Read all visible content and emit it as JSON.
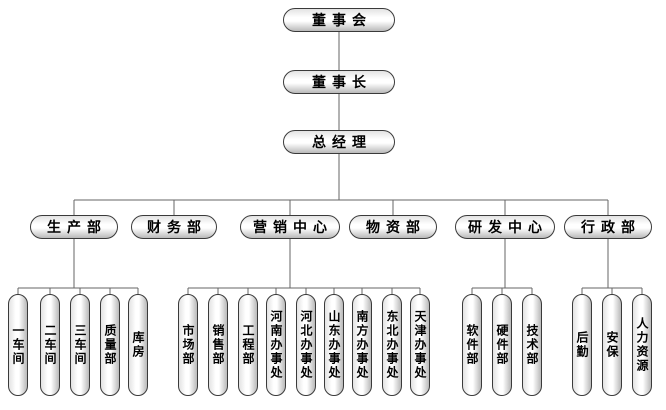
{
  "org": {
    "level1": {
      "label": "董事会"
    },
    "level2": {
      "label": "董事长"
    },
    "level3": {
      "label": "总经理"
    },
    "departments": [
      {
        "label": "生产部"
      },
      {
        "label": "财务部"
      },
      {
        "label": "营销中心"
      },
      {
        "label": "物资部"
      },
      {
        "label": "研发中心"
      },
      {
        "label": "行政部"
      }
    ],
    "production_units": [
      "一车间",
      "二车间",
      "三车间",
      "质量部",
      "库房"
    ],
    "marketing_units": [
      "市场部",
      "销售部",
      "工程部",
      "河南办事处",
      "河北办事处",
      "山东办事处",
      "南方办事处",
      "东北办事处",
      "天津办事处"
    ],
    "rnd_units": [
      "软件部",
      "硬件部",
      "技术部"
    ],
    "admin_units": [
      "后勤",
      "安保",
      "人力资源"
    ]
  }
}
